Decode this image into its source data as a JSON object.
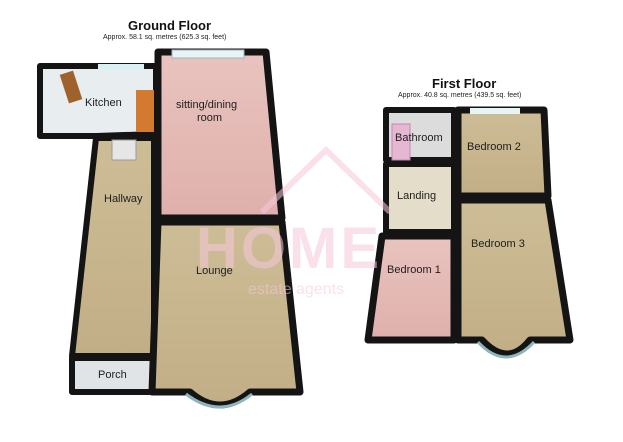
{
  "ground_floor": {
    "title": "Ground Floor",
    "area": "Approx. 58.1 sq. metres (625.3 sq. feet)",
    "rooms": {
      "kitchen": "Kitchen",
      "sitting_dining": [
        "sitting/dining",
        "room"
      ],
      "hallway": "Hallway",
      "lounge": "Lounge",
      "porch": "Porch"
    }
  },
  "first_floor": {
    "title": "First Floor",
    "area": "Approx. 40.8 sq. metres (439.5 sq. feet)",
    "rooms": {
      "bathroom": "Bathroom",
      "bedroom2": "Bedroom 2",
      "landing": "Landing",
      "bedroom3": "Bedroom 3",
      "bedroom1": "Bedroom 1"
    }
  },
  "watermark": {
    "brand": "HOME",
    "tagline": "estate agents"
  },
  "colors": {
    "wall": "#141414",
    "carpet": "#c8b68e",
    "pink_floor": "#e4b8b6",
    "tile": "#e8eef0",
    "kitchen_counter": "#d27a30",
    "watermark": "#f6c8dc"
  }
}
